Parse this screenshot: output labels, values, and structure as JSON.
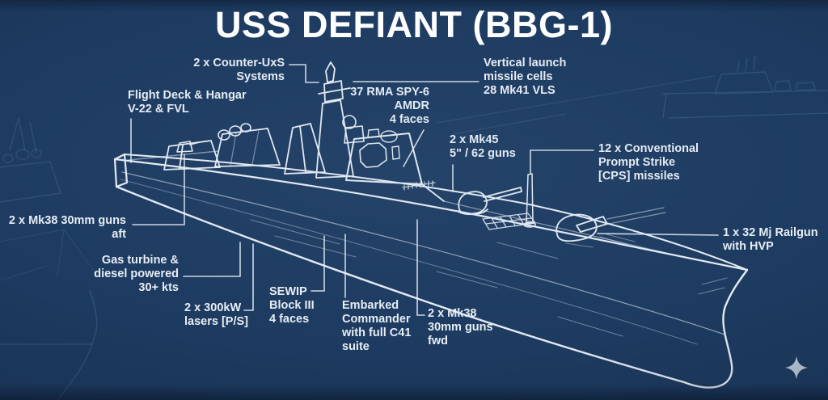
{
  "title": "USS DEFIANT (BBG-1)",
  "ship": {
    "name": "USS Defiant",
    "hull_number": "BBG-1"
  },
  "labels": {
    "counter_uxs": {
      "text": "2 x Counter-UxS\nSystems"
    },
    "flight_deck": {
      "text": "Flight Deck & Hangar\nV-22 & FVL"
    },
    "spy6": {
      "text": "37 RMA SPY-6\nAMDR\n4 faces"
    },
    "vls": {
      "text": "Vertical launch\nmissile cells\n28 Mk41 VLS"
    },
    "mk45": {
      "text": "2 x Mk45\n5\" / 62 guns"
    },
    "cps": {
      "text": "12 x Conventional\nPrompt Strike\n[CPS] missiles"
    },
    "mk38_aft": {
      "text": "2 x Mk38 30mm guns\naft"
    },
    "railgun": {
      "text": "1 x 32 Mj Railgun\nwith HVP"
    },
    "gas_turbine": {
      "text": "Gas turbine &\ndiesel powered\n30+ kts"
    },
    "lasers": {
      "text": "2 x 300kW\nlasers [P/S]"
    },
    "sewip": {
      "text": "SEWIP\nBlock III\n4 faces"
    },
    "embarked": {
      "text": "Embarked\nCommander\nwith full C41\nsuite"
    },
    "mk38_fwd": {
      "text": "2 x Mk38\n30mm guns\nfwd"
    }
  },
  "icons": {
    "sparkle": "four-pointed-star"
  },
  "colors": {
    "background": "#1d3b60",
    "line_color": "#eef3f9",
    "label_text": "#e8eef5",
    "leader_color": "#dde6f0",
    "faint_color": "#7897bc",
    "sparkle_color": "#b9c9da"
  }
}
